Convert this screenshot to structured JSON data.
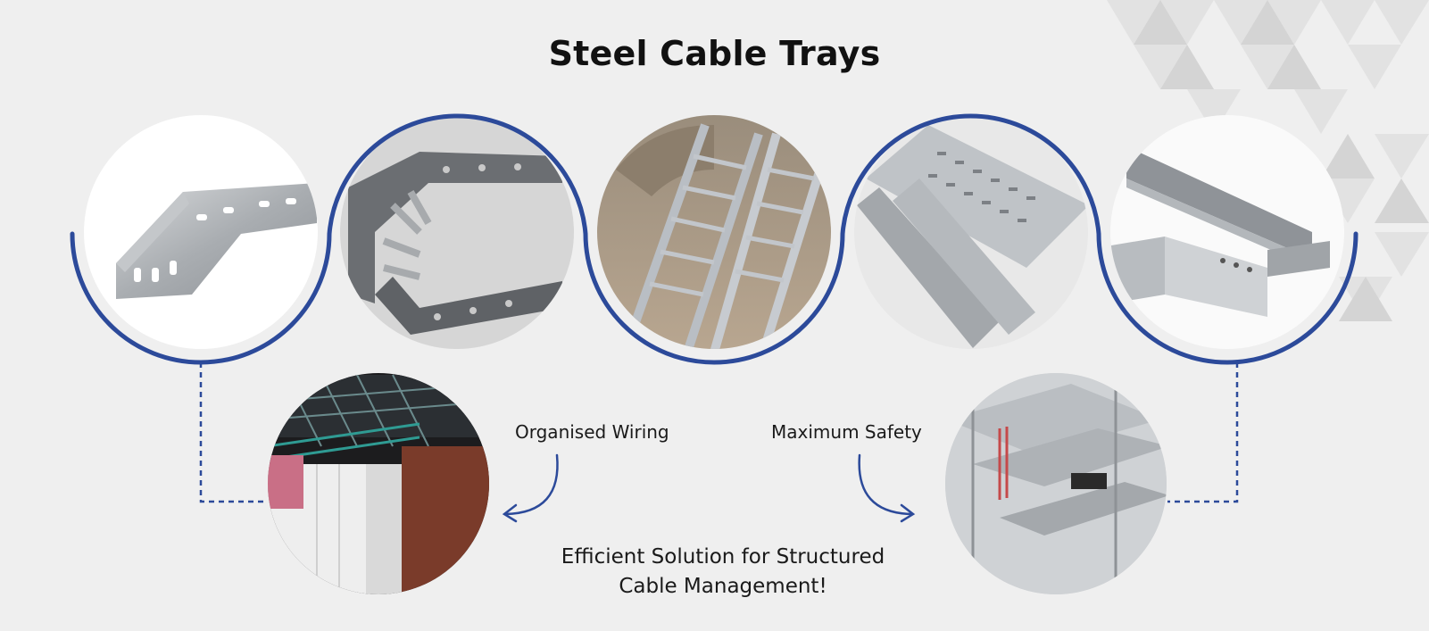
{
  "title": "Steel Cable Trays",
  "captions": {
    "left": "Organised Wiring",
    "right": "Maximum Safety"
  },
  "tagline": {
    "line1": "Efficient Solution for Structured",
    "line2": "Cable Management!"
  },
  "products": [
    {
      "name": "perforated-tray-bend-photo"
    },
    {
      "name": "ladder-tray-bend-photo"
    },
    {
      "name": "ladder-tray-photo"
    },
    {
      "name": "perforated-tray-photo"
    },
    {
      "name": "trunking-with-cover-photo"
    }
  ],
  "installations": [
    {
      "name": "ceiling-wire-mesh-installation-photo"
    },
    {
      "name": "ceiling-tray-installation-photo"
    }
  ],
  "colors": {
    "accent": "#2c4a9a",
    "background": "#efefef",
    "text": "#111111"
  }
}
